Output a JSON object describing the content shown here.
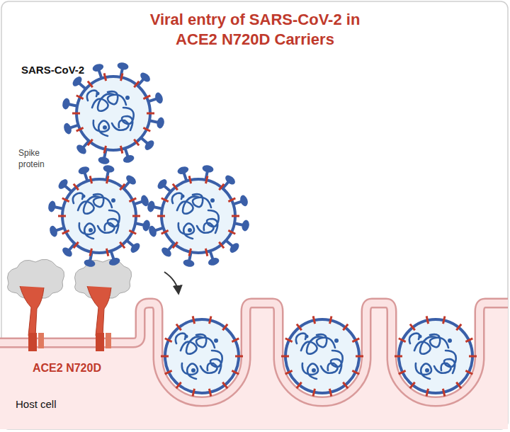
{
  "diagram": {
    "title": "Viral entry of SARS-CoV-2 in ACE2 N720D Carriers",
    "labels": [
      "SARS-CoV-2",
      "Spike protein",
      "ACE2 N720D",
      "Host cell"
    ]
  }
}
